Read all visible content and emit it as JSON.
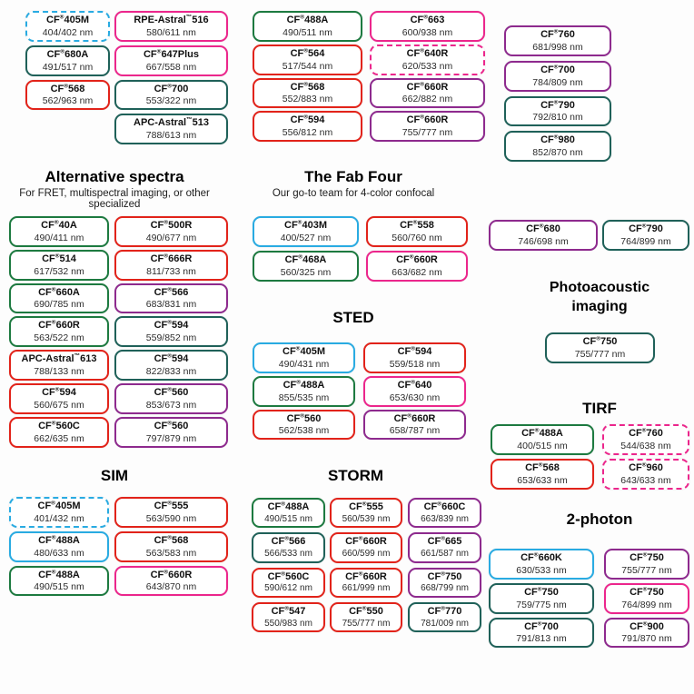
{
  "palette": {
    "blue": "#29abe2",
    "green": "#1d7a40",
    "teal": "#1f6159",
    "red": "#e2231a",
    "pink": "#ec268c",
    "purple": "#8e2a8e"
  },
  "sections": {
    "top": {
      "col1": [
        {
          "name": "CF®405M",
          "values": "404/402 nm",
          "color": "blue",
          "dashed": true
        },
        {
          "name": "CF®680A",
          "values": "491/517 nm",
          "color": "teal"
        },
        {
          "name": "CF®568",
          "values": "562/963 nm",
          "color": "red"
        }
      ],
      "col2": [
        {
          "name": "RPE-Astral™516",
          "values": "580/611 nm",
          "color": "pink"
        },
        {
          "name": "CF®647Plus",
          "values": "667/558 nm",
          "color": "pink"
        },
        {
          "name": "CF®700",
          "values": "553/322 nm",
          "color": "teal"
        },
        {
          "name": "APC-Astral™513",
          "values": "788/613 nm",
          "color": "teal"
        }
      ],
      "col3": [
        {
          "name": "CF®488A",
          "values": "490/511 nm",
          "color": "green"
        },
        {
          "name": "CF®564",
          "values": "517/544 nm",
          "color": "red"
        },
        {
          "name": "CF®568",
          "values": "552/883 nm",
          "color": "red"
        },
        {
          "name": "CF®594",
          "values": "556/812 nm",
          "color": "red"
        }
      ],
      "col4": [
        {
          "name": "CF®663",
          "values": "600/938 nm",
          "color": "pink"
        },
        {
          "name": "CF®640R",
          "values": "620/533 nm",
          "color": "pink",
          "dashed": true
        },
        {
          "name": "CF®660R",
          "values": "662/882 nm",
          "color": "purple"
        },
        {
          "name": "CF®660R",
          "values": "755/777 nm",
          "color": "purple"
        }
      ],
      "col5": [
        {
          "name": "CF®760",
          "values": "681/998 nm",
          "color": "purple"
        },
        {
          "name": "CF®700",
          "values": "784/809 nm",
          "color": "purple"
        },
        {
          "name": "CF®790",
          "values": "792/810 nm",
          "color": "teal"
        },
        {
          "name": "CF®980",
          "values": "852/870 nm",
          "color": "teal"
        }
      ]
    },
    "alternative": {
      "title": "Alternative spectra",
      "subtitle": "For FRET, multispectral imaging, or other specialized",
      "left": [
        {
          "name": "CF®40A",
          "values": "490/411 nm",
          "color": "green"
        },
        {
          "name": "CF®514",
          "values": "617/532 nm",
          "color": "green"
        },
        {
          "name": "CF®660A",
          "values": "690/785 nm",
          "color": "green"
        },
        {
          "name": "CF®660R",
          "values": "563/522 nm",
          "color": "green"
        },
        {
          "name": "APC-Astral™613",
          "values": "788/133 nm",
          "color": "red"
        },
        {
          "name": "CF®594",
          "values": "560/675 nm",
          "color": "red"
        },
        {
          "name": "CF®560C",
          "values": "662/635 nm",
          "color": "red"
        }
      ],
      "right": [
        {
          "name": "CF®500R",
          "values": "490/677 nm",
          "color": "red"
        },
        {
          "name": "CF®666R",
          "values": "811/733 nm",
          "color": "red"
        },
        {
          "name": "CF®566",
          "values": "683/831 nm",
          "color": "purple"
        },
        {
          "name": "CF®594",
          "values": "559/852 nm",
          "color": "teal"
        },
        {
          "name": "CF®594",
          "values": "822/833 nm",
          "color": "teal"
        },
        {
          "name": "CF®560",
          "values": "853/673 nm",
          "color": "purple"
        },
        {
          "name": "CF®560",
          "values": "797/879 nm",
          "color": "purple"
        }
      ]
    },
    "fabfour": {
      "title": "The Fab Four",
      "subtitle": "Our go-to team for 4-color confocal",
      "left": [
        {
          "name": "CF®403M",
          "values": "400/527 nm",
          "color": "blue"
        },
        {
          "name": "CF®468A",
          "values": "560/325 nm",
          "color": "green"
        }
      ],
      "right": [
        {
          "name": "CF®558",
          "values": "560/760 nm",
          "color": "red"
        },
        {
          "name": "CF®660R",
          "values": "663/682 nm",
          "color": "pink"
        }
      ]
    },
    "pair": {
      "left": [
        {
          "name": "CF®680",
          "values": "746/698 nm",
          "color": "purple"
        }
      ],
      "right": [
        {
          "name": "CF®790",
          "values": "764/899 nm",
          "color": "teal"
        }
      ]
    },
    "sted": {
      "title": "STED",
      "left": [
        {
          "name": "CF®405M",
          "values": "490/431 nm",
          "color": "blue"
        },
        {
          "name": "CF®488A",
          "values": "855/535 nm",
          "color": "green"
        },
        {
          "name": "CF®560",
          "values": "562/538 nm",
          "color": "red"
        }
      ],
      "right": [
        {
          "name": "CF®594",
          "values": "559/518 nm",
          "color": "red"
        },
        {
          "name": "CF®640",
          "values": "653/630 nm",
          "color": "pink"
        },
        {
          "name": "CF®660R",
          "values": "658/787 nm",
          "color": "purple"
        }
      ]
    },
    "photoacoustic": {
      "title": "Photoacoustic imaging",
      "pills": [
        {
          "name": "CF®750",
          "values": "755/777 nm",
          "color": "teal"
        }
      ]
    },
    "tirf": {
      "title": "TIRF",
      "left": [
        {
          "name": "CF®488A",
          "values": "400/515 nm",
          "color": "green"
        },
        {
          "name": "CF®568",
          "values": "653/633 nm",
          "color": "red"
        }
      ],
      "right": [
        {
          "name": "CF®760",
          "values": "544/638 nm",
          "color": "pink",
          "dashed": true
        },
        {
          "name": "CF®960",
          "values": "643/633 nm",
          "color": "pink",
          "dashed": true
        }
      ]
    },
    "sim": {
      "title": "SIM",
      "left": [
        {
          "name": "CF®405M",
          "values": "401/432 nm",
          "color": "blue",
          "dashed": true
        },
        {
          "name": "CF®488A",
          "values": "480/633 nm",
          "color": "blue"
        },
        {
          "name": "CF®488A",
          "values": "490/515 nm",
          "color": "green"
        }
      ],
      "right": [
        {
          "name": "CF®555",
          "values": "563/590 nm",
          "color": "red"
        },
        {
          "name": "CF®568",
          "values": "563/583 nm",
          "color": "red"
        },
        {
          "name": "CF®660R",
          "values": "643/870 nm",
          "color": "pink"
        }
      ]
    },
    "storm": {
      "title": "STORM",
      "col1": [
        {
          "name": "CF®488A",
          "values": "490/515 nm",
          "color": "green"
        },
        {
          "name": "CF®566",
          "values": "566/533 nm",
          "color": "teal"
        },
        {
          "name": "CF®560C",
          "values": "590/612 nm",
          "color": "red"
        },
        {
          "name": "CF®547",
          "values": "550/983 nm",
          "color": "red"
        }
      ],
      "col2": [
        {
          "name": "CF®555",
          "values": "560/539 nm",
          "color": "red"
        },
        {
          "name": "CF®660R",
          "values": "660/599 nm",
          "color": "red"
        },
        {
          "name": "CF®660R",
          "values": "661/999 nm",
          "color": "red"
        },
        {
          "name": "CF®550",
          "values": "755/777 nm",
          "color": "red"
        }
      ],
      "col3": [
        {
          "name": "CF®660C",
          "values": "663/839 nm",
          "color": "purple"
        },
        {
          "name": "CF®665",
          "values": "661/587 nm",
          "color": "purple"
        },
        {
          "name": "CF®750",
          "values": "668/799 nm",
          "color": "purple"
        },
        {
          "name": "CF®770",
          "values": "781/009 nm",
          "color": "teal"
        }
      ]
    },
    "twophoton": {
      "title": "2-photon",
      "left": [
        {
          "name": "CF®660K",
          "values": "630/533 nm",
          "color": "blue"
        },
        {
          "name": "CF®750",
          "values": "759/775 nm",
          "color": "teal"
        },
        {
          "name": "CF®700",
          "values": "791/813 nm",
          "color": "teal"
        }
      ],
      "right": [
        {
          "name": "CF®750",
          "values": "755/777 nm",
          "color": "purple"
        },
        {
          "name": "CF®750",
          "values": "764/899 nm",
          "color": "pink"
        },
        {
          "name": "CF®900",
          "values": "791/870 nm",
          "color": "purple"
        }
      ]
    }
  }
}
